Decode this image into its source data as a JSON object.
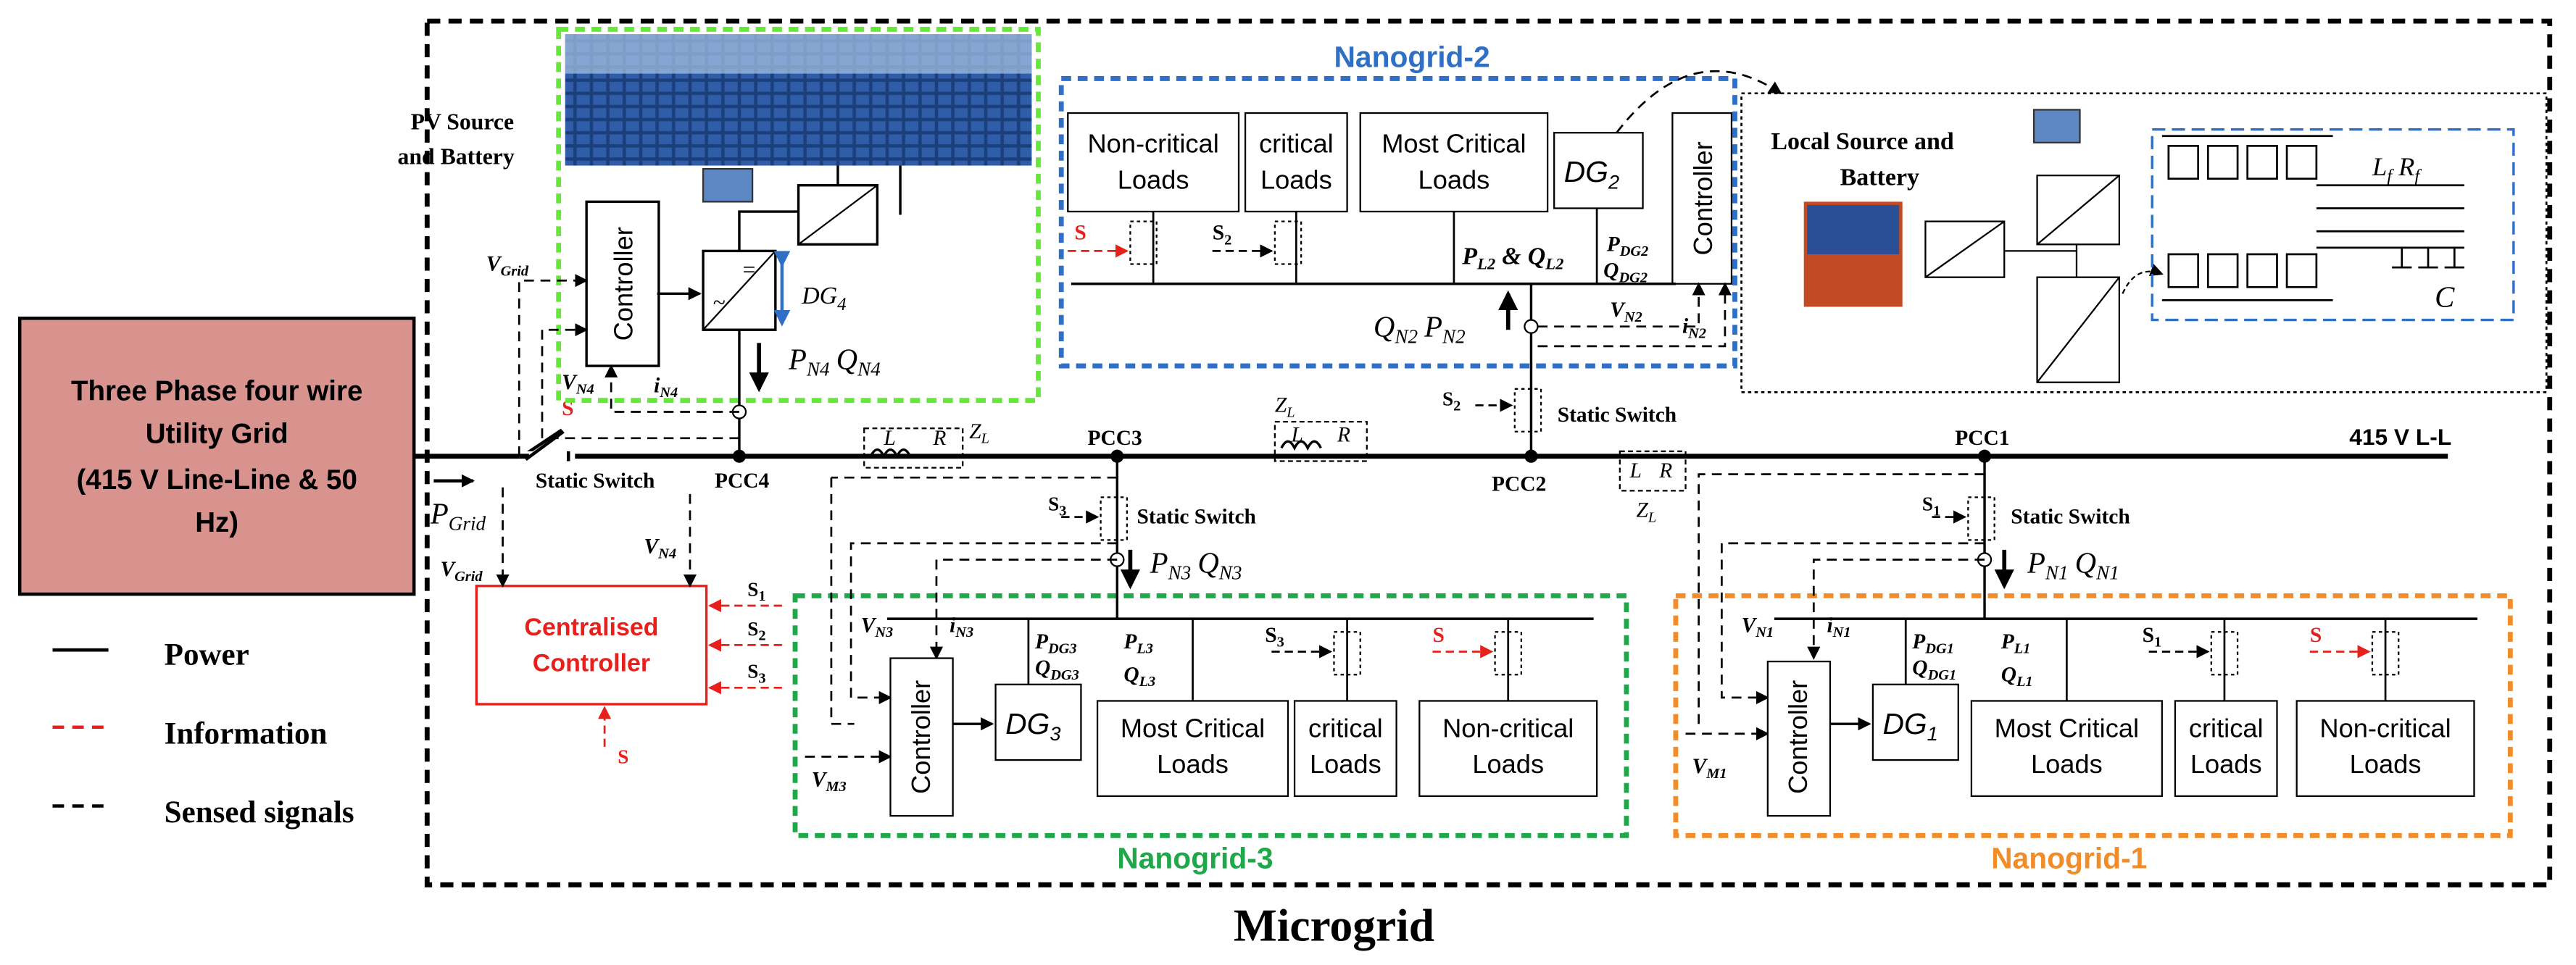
{
  "title": "Microgrid",
  "utility_grid": {
    "line1": "Three Phase four wire",
    "line2": "Utility Grid",
    "line3": "(415 V Line-Line & 50",
    "line4": "Hz)"
  },
  "bus_label": "415 V L-L",
  "pcc": [
    "PCC1",
    "PCC2",
    "PCC3",
    "PCC4"
  ],
  "static_switch": "Static Switch",
  "impedance": {
    "L": "L",
    "R": "R",
    "Z": "Z",
    "Z_sub": "L"
  },
  "pv": {
    "line1": "PV Source",
    "line2": "and Battery"
  },
  "local_source": {
    "line1": "Local Source and",
    "line2": "Battery"
  },
  "nanogrids": {
    "ng1": "Nanogrid-1",
    "ng2": "Nanogrid-2",
    "ng3": "Nanogrid-3"
  },
  "loads": {
    "noncritical_a": "Non-critical",
    "noncritical_b": "Loads",
    "critical_a": "critical",
    "critical_b": "Loads",
    "most_a": "Most Critical",
    "most_b": "Loads"
  },
  "controller": "Controller",
  "central": {
    "line1": "Centralised",
    "line2": "Controller"
  },
  "signals": {
    "S": "S",
    "S1": "S",
    "S1_sub": "1",
    "S2": "S",
    "S2_sub": "2",
    "S3": "S",
    "S3_sub": "3",
    "V_grid": "V",
    "V_grid_sub": "Grid",
    "P_grid": "P",
    "P_grid_sub": "Grid",
    "V_N4": "V",
    "V_N4_sub": "N4",
    "i_N4": "i",
    "i_N4_sub": "N4",
    "P_N4": "P",
    "P_N4_sub": "N4",
    "Q_N4": "Q",
    "Q_N4_sub": "N4",
    "DG4": "DG",
    "DG4_sub": "4",
    "DG": "DG",
    "DG1_sub": "1",
    "DG2_sub": "2",
    "DG3_sub": "3",
    "PL2": "P",
    "PL2_sub": "L2",
    "amp": "&",
    "QL2": "Q",
    "QL2_sub": "L2",
    "PDG2": "P",
    "PDG2_sub": "DG2",
    "QDG2": "Q",
    "QDG2_sub": "DG2",
    "QN2": "Q",
    "QN2_sub": "N2",
    "PN2": "P",
    "PN2_sub": "N2",
    "VN2": "V",
    "VN2_sub": "N2",
    "iN2": "i",
    "iN2_sub": "N2",
    "PN3": "P",
    "PN3_sub": "N3",
    "QN3": "Q",
    "QN3_sub": "N3",
    "VN3": "V",
    "VN3_sub": "N3",
    "iN3": "i",
    "iN3_sub": "N3",
    "PDG3": "P",
    "PDG3_sub": "DG3",
    "QDG3": "Q",
    "QDG3_sub": "DG3",
    "PL3": "P",
    "PL3_sub": "L3",
    "QL3": "Q",
    "QL3_sub": "L3",
    "VM3": "V",
    "VM3_sub": "M3",
    "PN1": "P",
    "PN1_sub": "N1",
    "QN1": "Q",
    "QN1_sub": "N1",
    "VN1": "V",
    "VN1_sub": "N1",
    "iN1": "i",
    "iN1_sub": "N1",
    "PDG1": "P",
    "PDG1_sub": "DG1",
    "QDG1": "Q",
    "QDG1_sub": "DG1",
    "PL1": "P",
    "PL1_sub": "L1",
    "QL1": "Q",
    "QL1_sub": "L1",
    "VM1": "V",
    "VM1_sub": "M1",
    "Lf": "L",
    "Lf_sub": "f",
    "Rf": "R",
    "Rf_sub": "f",
    "C": "C"
  },
  "legend": {
    "power": "Power",
    "information": "Information",
    "sensed": "Sensed signals"
  },
  "colors": {
    "grid_fill": "#d9938f",
    "nano1": "#f28c28",
    "nano2": "#2f6fc6",
    "nano3": "#1fa84a",
    "pv_box": "#66e83a",
    "info": "#e8201c",
    "black": "#000000"
  }
}
